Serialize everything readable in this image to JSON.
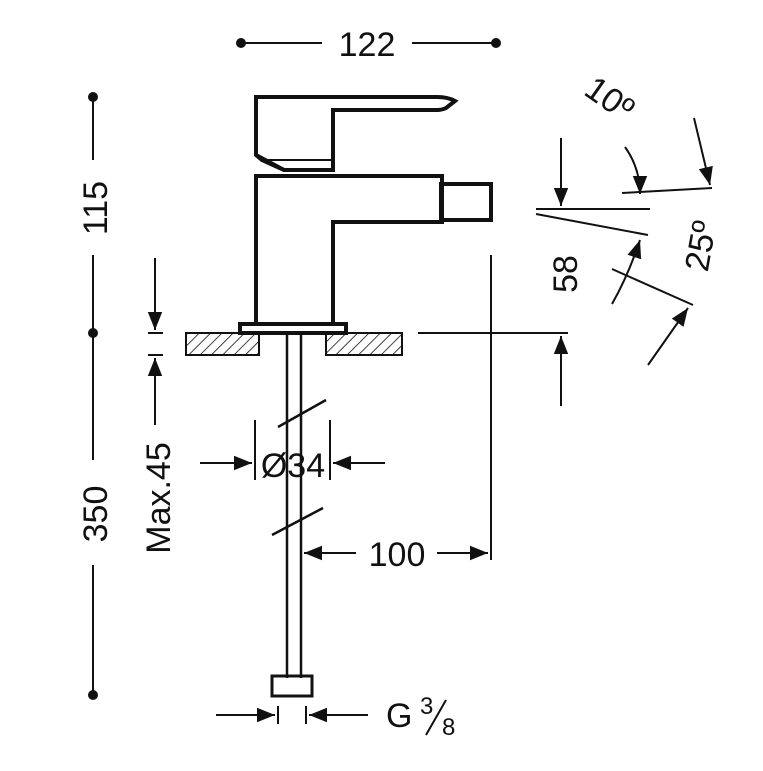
{
  "dimensions": {
    "width_122": "122",
    "height_115": "115",
    "height_350": "350",
    "max_45": "Max.45",
    "diameter_34": "Ø34",
    "reach_100": "100",
    "spout_58": "58",
    "angle_10": "10º",
    "angle_25": "25º"
  },
  "connection": {
    "prefix": "G",
    "numerator": "3",
    "denominator": "8"
  },
  "colors": {
    "ink": "#111111",
    "background": "#ffffff"
  }
}
